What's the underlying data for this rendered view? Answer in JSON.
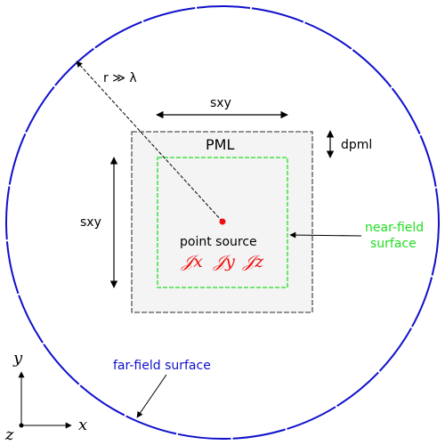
{
  "labels": {
    "radius": "r ≫ λ",
    "sxy_top": "sxy",
    "sxy_left": "sxy",
    "dpml": "dpml",
    "pml": "PML",
    "point_source": "point source",
    "near_field_line1": "near-field",
    "near_field_line2": "surface",
    "far_field": "far-field surface"
  },
  "currents": {
    "jx": "𝒥x",
    "jy": "𝒥y",
    "jz": "𝒥z"
  },
  "axes": {
    "x": "x",
    "y": "y",
    "z": "z"
  },
  "colors": {
    "far_field": "#1010cc",
    "near_field": "#22dd22",
    "source": "#ee1111",
    "pml_fill": "#f4f4f4",
    "pml_border": "#555555"
  }
}
